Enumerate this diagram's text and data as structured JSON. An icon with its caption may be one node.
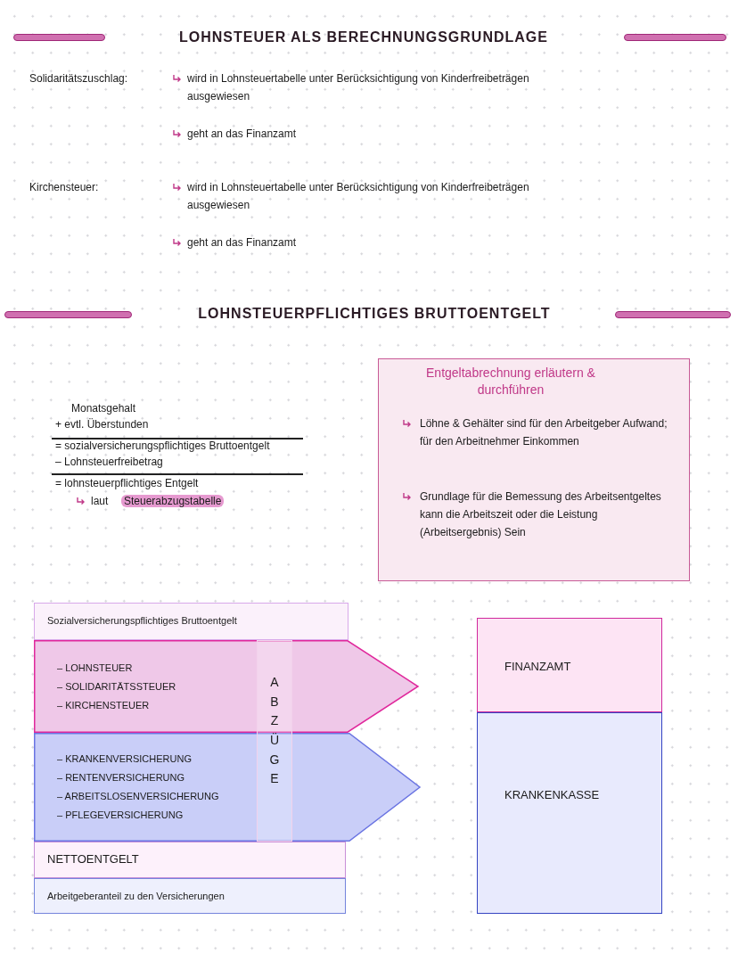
{
  "diagram": {
    "nodes": [
      {
        "text": [
          "Entgeltabrechnung erläutern & durchführen",
          "Löhne & Gehälter sind für den Arbeitgeber Aufwand; für den Arbeitnehmer Einkommen",
          "Grundlage für die Bemessung des Arbeitsentgeltes kann die Arbeitszeit oder die Leistung (Arbeitsergebnis) Sein"
        ]
      },
      {
        "text": [
          "Sozialversicherungspflichtiges Bruttoentgelt"
        ]
      },
      {
        "text": [
          "– LOHNSTEUER",
          "– SOLIDARITÄTSSTEUER",
          "– KIRCHENSTEUER"
        ]
      },
      {
        "text": [
          "– KRANKENVERSICHERUNG",
          "– RENTENVERSICHERUNG",
          "– ARBEITSLOSENVERSICHERUNG",
          "– PFLEGEVERSICHERUNG"
        ]
      },
      {
        "text": [
          "ABZÜGE"
        ]
      },
      {
        "text": [
          "NETTOENTGELT"
        ]
      },
      {
        "text": [
          "Arbeitgeberanteil zu den Versicherungen"
        ]
      },
      {
        "text": [
          "FINANZAMT"
        ]
      },
      {
        "text": [
          "KRANKENKASSE"
        ]
      }
    ],
    "labels": [
      "LOHNSTEUER ALS BERECHNUNGSGRUNDLAGE",
      "Solidaritätszuschlag:",
      "wird in Lohnsteuertabelle unter Berücksichtigung von Kinderfreibeträgen ausgewiesen",
      "geht an das Finanzamt",
      "Kirchensteuer:",
      "wird in Lohnsteuertabelle unter Berücksichtigung von Kinderfreibeträgen ausgewiesen",
      "geht an das Finanzamt",
      "LOHNSTEUERPFLICHTIGES BRUTTOENTGELT",
      "Monatsgehalt",
      "+ evtl. Überstunden",
      "= sozialversicherungspflichtiges Bruttoentgelt",
      "– Lohnsteuerfreibetrag",
      "= lohnsteuerpflichtiges Entgelt",
      "laut",
      "Steuerabzugstabelle"
    ]
  }
}
